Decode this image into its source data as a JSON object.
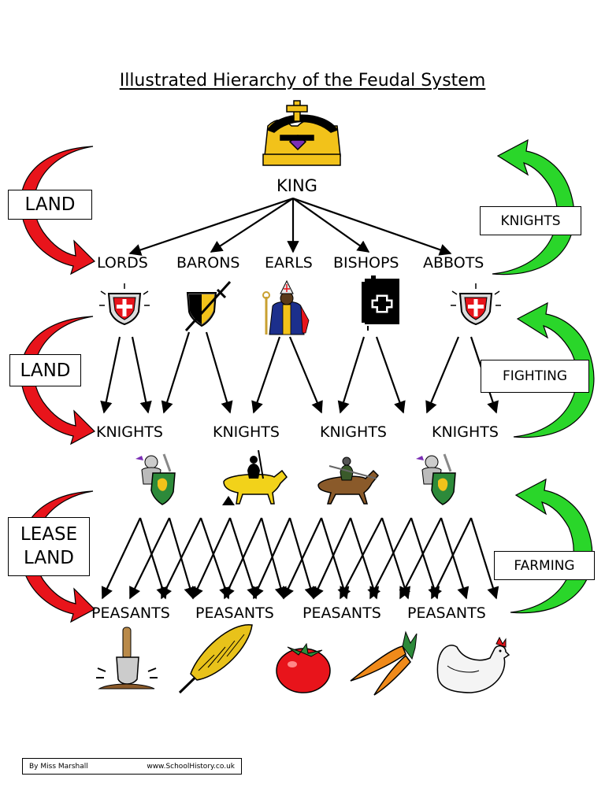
{
  "title": "Illustrated Hierarchy of the Feudal System",
  "top": "KING",
  "nobles": [
    "LORDS",
    "BARONS",
    "EARLS",
    "BISHOPS",
    "ABBOTS"
  ],
  "knights": [
    "KNIGHTS",
    "KNIGHTS",
    "KNIGHTS",
    "KNIGHTS"
  ],
  "peasants": [
    "PEASANTS",
    "PEASANTS",
    "PEASANTS",
    "PEASANTS"
  ],
  "left_boxes": {
    "land1": "LAND",
    "land2": "LAND",
    "lease_line1": "LEASE",
    "lease_line2": "LAND"
  },
  "right_boxes": {
    "knights": "KNIGHTS",
    "fighting": "FIGHTING",
    "farming": "FARMING"
  },
  "footer": {
    "author": "By Miss Marshall",
    "site": "www.SchoolHistory.co.uk"
  },
  "icons": [
    "crown-icon",
    "shield-icon",
    "sword-shield-icon",
    "bishop-icon",
    "bible-icon",
    "knight-icon",
    "horse-rider-icon",
    "spade-icon",
    "wheat-icon",
    "tomato-icon",
    "carrot-icon",
    "chicken-icon"
  ],
  "colors": {
    "left_arrows": "#e8141b",
    "right_arrows": "#2ad62a",
    "crown": "#f2c21a"
  }
}
